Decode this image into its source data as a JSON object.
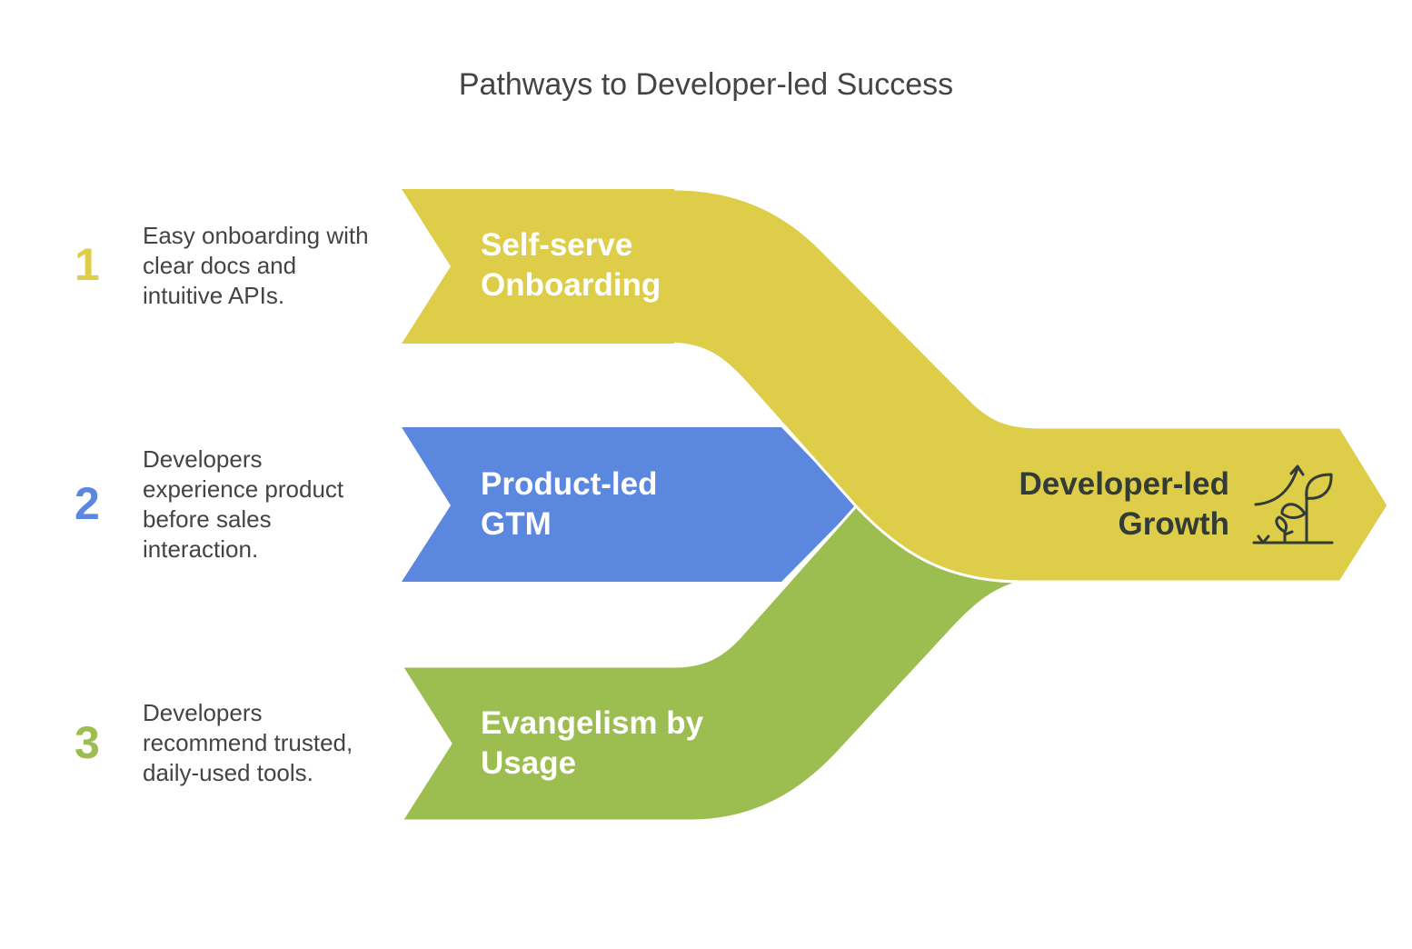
{
  "title": "Pathways to Developer-led Success",
  "colors": {
    "yellow": "#DDCD48",
    "blue": "#5B87DF",
    "green": "#9CBD4F",
    "text_dark": "#333B36"
  },
  "steps": [
    {
      "number": "1",
      "description": "Easy onboarding with clear docs and intuitive APIs.",
      "label_line1": "Self-serve",
      "label_line2": "Onboarding",
      "color": "#DDCD48"
    },
    {
      "number": "2",
      "description": "Developers experience product before sales interaction.",
      "label_line1": "Product-led",
      "label_line2": "GTM",
      "color": "#5B87DF"
    },
    {
      "number": "3",
      "description": "Developers recommend trusted, daily-used tools.",
      "label_line1": "Evangelism by",
      "label_line2": "Usage",
      "color": "#9CBD4F"
    }
  ],
  "outcome": {
    "line1": "Developer-led",
    "line2": "Growth",
    "icon": "growth-plant-icon"
  }
}
